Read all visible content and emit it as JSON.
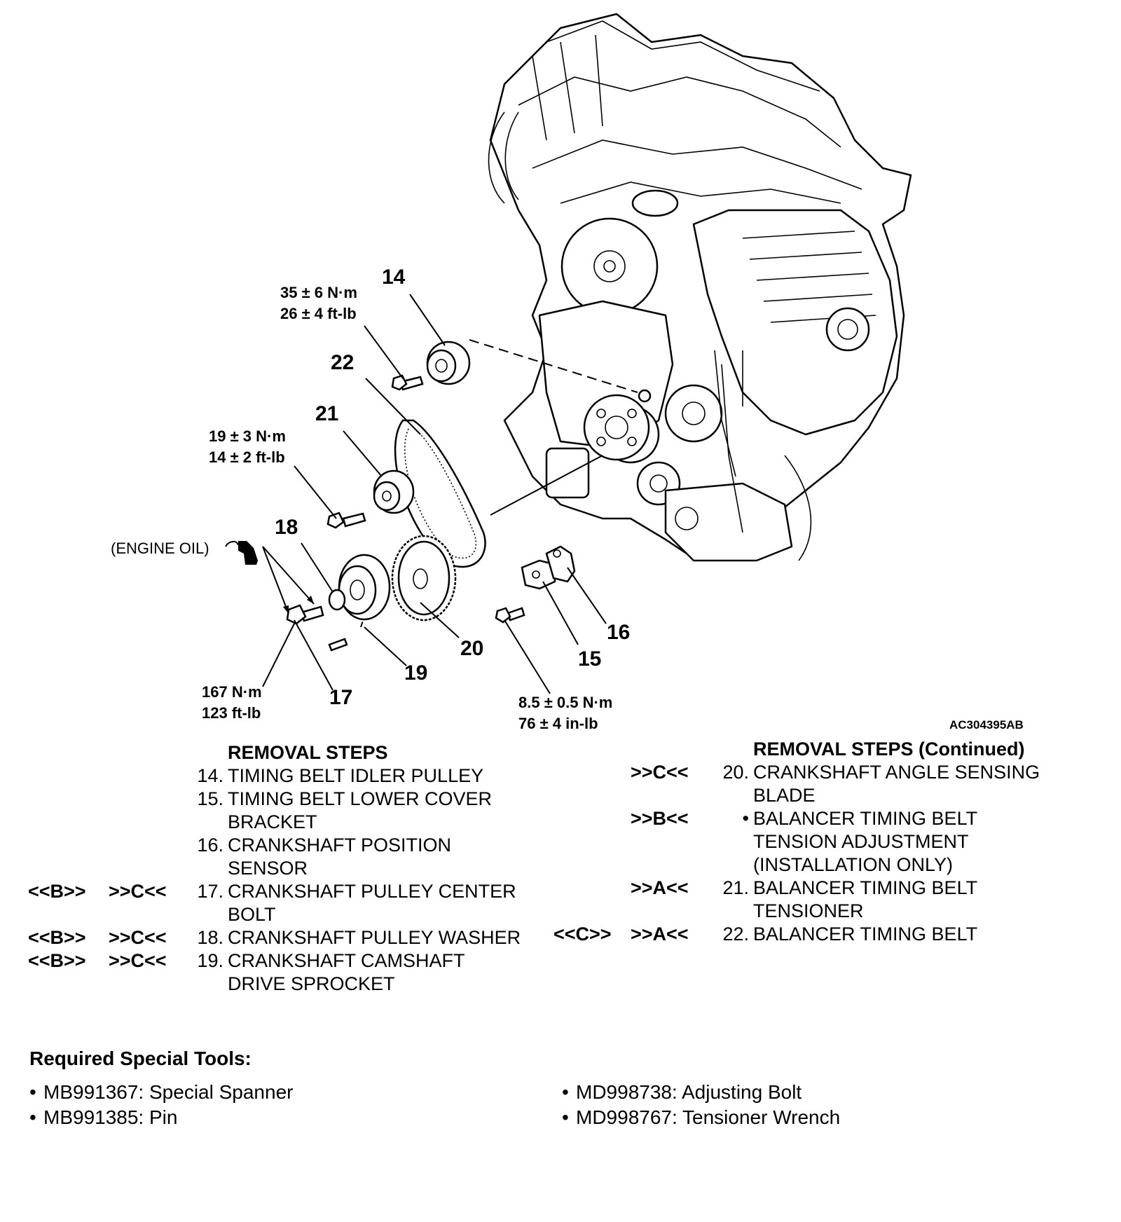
{
  "diagram": {
    "figure_code": "AC304395AB",
    "callouts": [
      "14",
      "15",
      "16",
      "17",
      "18",
      "19",
      "20",
      "21",
      "22"
    ],
    "torque_14": [
      "35 ± 6 N·m",
      "26 ± 4 ft-lb"
    ],
    "torque_21": [
      "19 ± 3 N·m",
      "14 ± 2 ft-lb"
    ],
    "torque_17": [
      "167 N·m",
      "123 ft-lb"
    ],
    "torque_15": [
      "8.5 ± 0.5 N·m",
      "76 ± 4 in-lb"
    ],
    "engine_oil": "(ENGINE OIL)"
  },
  "removal_left": {
    "heading": "REMOVAL STEPS",
    "rows": [
      {
        "m1": "",
        "m2": "",
        "n": "14.",
        "t": "TIMING BELT IDLER PULLEY"
      },
      {
        "m1": "",
        "m2": "",
        "n": "15.",
        "t": "TIMING BELT LOWER COVER"
      },
      {
        "m1": "",
        "m2": "",
        "n": "",
        "t": "BRACKET"
      },
      {
        "m1": "",
        "m2": "",
        "n": "16.",
        "t": "CRANKSHAFT POSITION"
      },
      {
        "m1": "",
        "m2": "",
        "n": "",
        "t": "SENSOR"
      },
      {
        "m1": "<<B>>",
        "m2": ">>C<<",
        "n": "17.",
        "t": "CRANKSHAFT PULLEY CENTER"
      },
      {
        "m1": "",
        "m2": "",
        "n": "",
        "t": "BOLT"
      },
      {
        "m1": "<<B>>",
        "m2": ">>C<<",
        "n": "18.",
        "t": "CRANKSHAFT PULLEY WASHER"
      },
      {
        "m1": "<<B>>",
        "m2": ">>C<<",
        "n": "19.",
        "t": "CRANKSHAFT CAMSHAFT"
      },
      {
        "m1": "",
        "m2": "",
        "n": "",
        "t": "DRIVE SPROCKET"
      }
    ]
  },
  "removal_right": {
    "heading": "REMOVAL STEPS (Continued)",
    "rows": [
      {
        "a": "",
        "m2": ">>C<<",
        "n": "20.",
        "t": "CRANKSHAFT ANGLE SENSING"
      },
      {
        "a": "",
        "m2": "",
        "n": "",
        "t": "BLADE"
      },
      {
        "a": "",
        "m2": ">>B<<",
        "n": "•",
        "t": "BALANCER TIMING BELT"
      },
      {
        "a": "",
        "m2": "",
        "n": "",
        "t": "TENSION ADJUSTMENT"
      },
      {
        "a": "",
        "m2": "",
        "n": "",
        "t": "(INSTALLATION ONLY)"
      },
      {
        "a": "",
        "m2": ">>A<<",
        "n": "21.",
        "t": "BALANCER TIMING BELT"
      },
      {
        "a": "",
        "m2": "",
        "n": "",
        "t": "TENSIONER"
      },
      {
        "a": "<<C>>",
        "m2": ">>A<<",
        "n": "22.",
        "t": "BALANCER TIMING BELT"
      }
    ]
  },
  "tools": {
    "title": "Required Special Tools:",
    "items": [
      "MB991367: Special Spanner",
      "MD998738: Adjusting Bolt",
      "MB991385: Pin",
      "MD998767: Tensioner Wrench"
    ]
  }
}
